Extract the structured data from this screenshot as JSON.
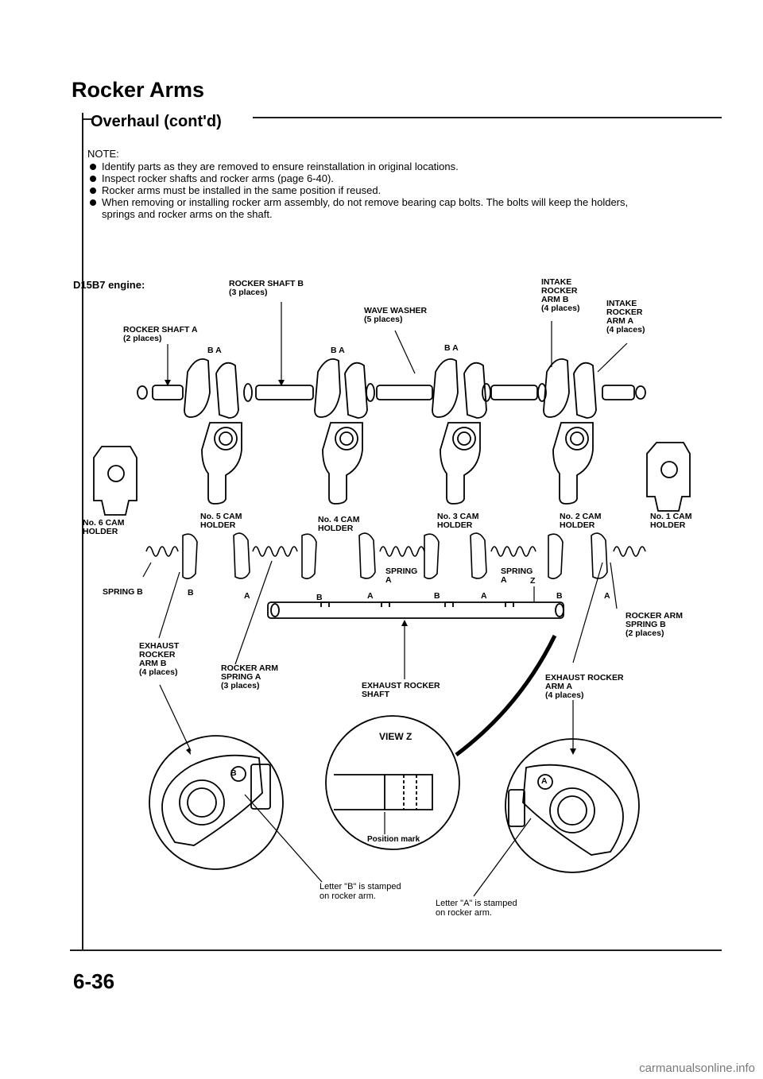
{
  "header": {
    "title": "Rocker Arms",
    "subtitle": "Overhaul (cont'd)"
  },
  "note": {
    "label": "NOTE:",
    "bullets": [
      "Identify parts as they are removed to ensure reinstallation in original locations.",
      "Inspect rocker shafts and rocker arms (page 6-40).",
      "Rocker arms must be installed in the same position if reused.",
      "When removing or installing rocker arm assembly, do not remove bearing cap bolts. The bolts will keep the holders,"
    ],
    "bullet4_cont": "springs and rocker arms on the shaft."
  },
  "diagram": {
    "engine": "D15B7 engine:",
    "labels": {
      "rocker_shaft_b": "ROCKER SHAFT B\n(3 places)",
      "rocker_shaft_a": "ROCKER SHAFT A\n(2 places)",
      "wave_washer": "WAVE WASHER\n(5 places)",
      "intake_rocker_arm_b": "INTAKE\nROCKER\nARM B\n(4 places)",
      "intake_rocker_arm_a": "INTAKE\nROCKER\nARM A\n(4 places)",
      "no6_cam_holder": "No. 6 CAM\nHOLDER",
      "no5_cam_holder": "No. 5 CAM\nHOLDER",
      "no4_cam_holder": "No. 4 CAM\nHOLDER",
      "no3_cam_holder": "No. 3 CAM\nHOLDER",
      "no2_cam_holder": "No. 2 CAM\nHOLDER",
      "no1_cam_holder": "No. 1 CAM\nHOLDER",
      "spring_b": "SPRING B",
      "spring_a_1": "SPRING\nA",
      "spring_a_2": "SPRING\nA",
      "rocker_arm_spring_b": "ROCKER ARM\nSPRING B\n(2 places)",
      "exhaust_rocker_arm_b": "EXHAUST\nROCKER\nARM B\n(4 places)",
      "rocker_arm_spring_a": "ROCKER ARM\nSPRING A\n(3 places)",
      "exhaust_rocker_shaft": "EXHAUST ROCKER\nSHAFT",
      "exhaust_rocker_arm_a": "EXHAUST ROCKER\nARM A\n(4 places)",
      "view_z": "VIEW Z",
      "position_mark": "Position mark",
      "letter_b": "Letter \"B\" is stamped\non rocker arm.",
      "letter_a": "Letter \"A\" is stamped\non rocker arm.",
      "z": "Z",
      "ba_top_1": "B  A",
      "ba_top_2": "B  A",
      "ba_top_3": "B  A",
      "ab_bottom": [
        "B",
        "A",
        "B",
        "A",
        "B",
        "A",
        "B",
        "A"
      ],
      "stamp_b": "B",
      "stamp_a": "A"
    }
  },
  "footer": {
    "page_number": "6-36",
    "watermark": "carmanualsonline.info"
  }
}
